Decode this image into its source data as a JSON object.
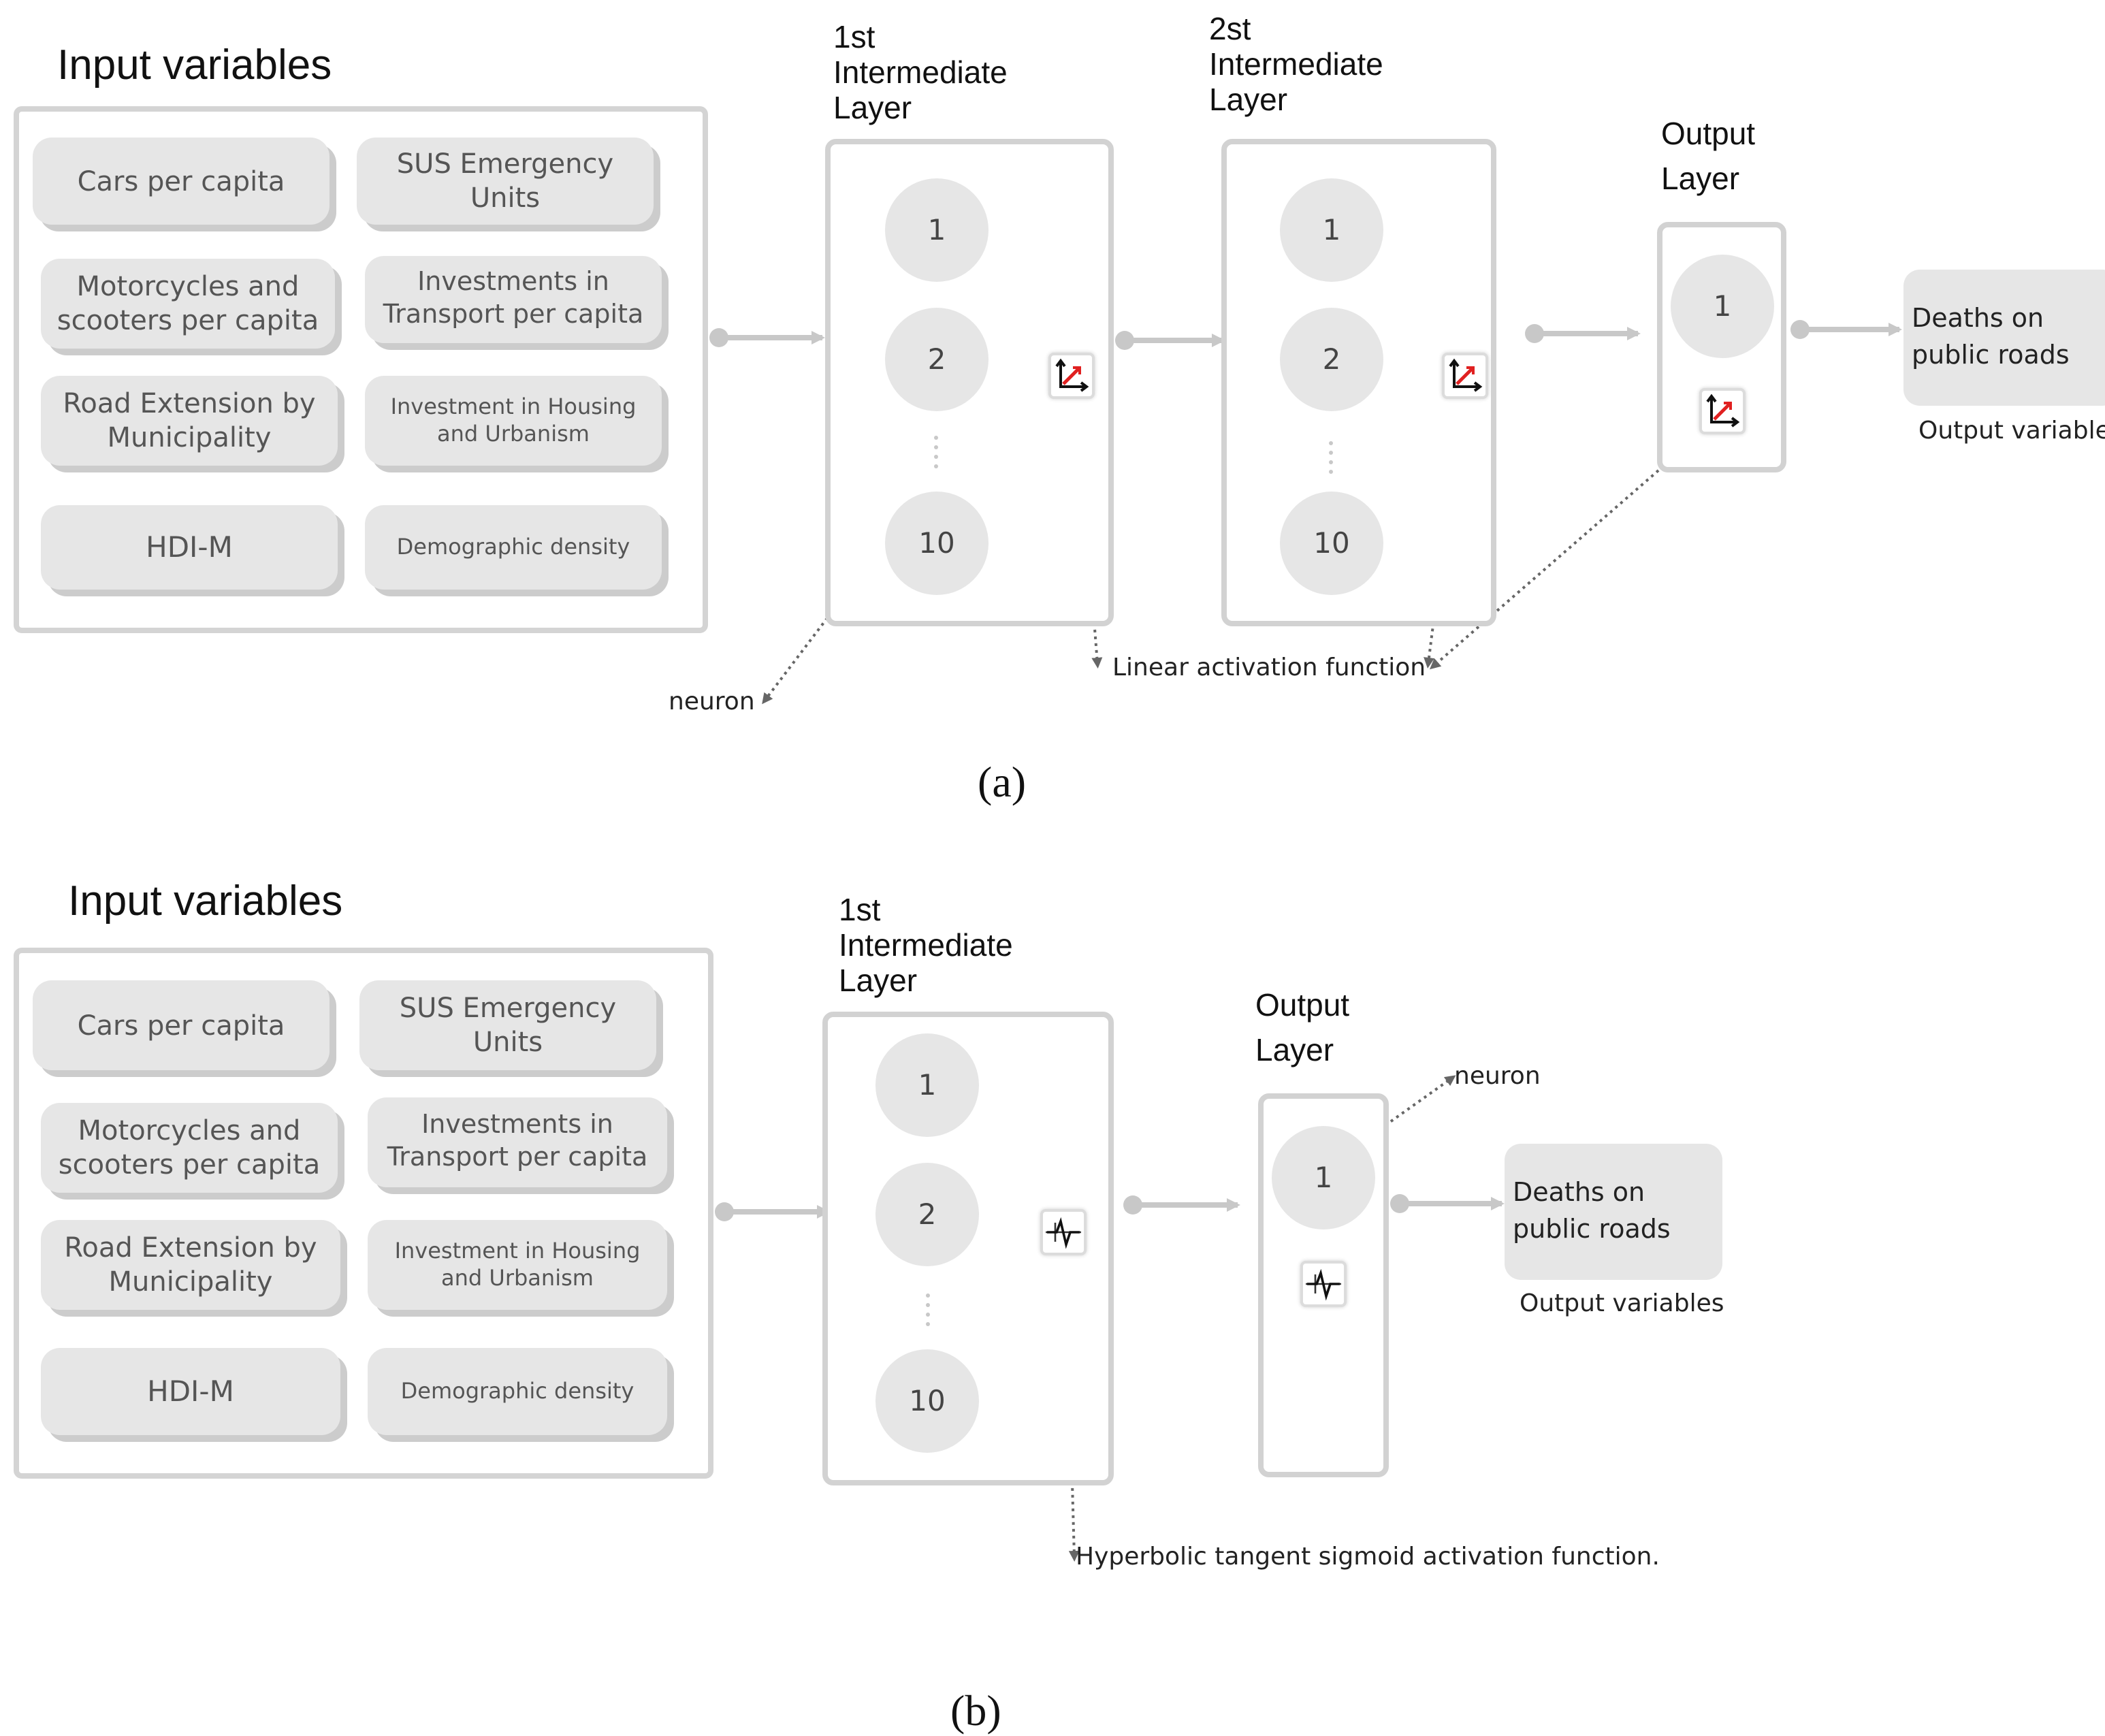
{
  "panel_a": {
    "caption": "(a)",
    "inputs_title": "Input variables",
    "inputs": [
      "Cars per capita",
      "SUS Emergency\nUnits",
      "Motorcycles and\nscooters per capita",
      "Investments in\nTransport per capita",
      "Road Extension by\nMunicipality",
      "Investment in Housing\nand Urbanism",
      "HDI-M",
      "Demographic density"
    ],
    "layer1_title": "1st\nIntermediate\nLayer",
    "layer2_title": "2st\nIntermediate\nLayer",
    "output_layer_title": "Output\nLayer",
    "neurons": [
      "1",
      "2",
      "10"
    ],
    "output_neuron": "1",
    "output_box": "Deaths on\npublic roads",
    "output_label": "Output variables",
    "neuron_label": "neuron",
    "activation_label": "Linear activation function",
    "activation_icon": "linear-activation-icon"
  },
  "panel_b": {
    "caption": "(b)",
    "inputs_title": "Input variables",
    "inputs": [
      "Cars per capita",
      "SUS Emergency\nUnits",
      "Motorcycles and\nscooters per capita",
      "Investments in\nTransport per capita",
      "Road Extension by\nMunicipality",
      "Investment in Housing\nand Urbanism",
      "HDI-M",
      "Demographic density"
    ],
    "layer1_title": "1st\nIntermediate\nLayer",
    "output_layer_title": "Output\nLayer",
    "neurons": [
      "1",
      "2",
      "10"
    ],
    "output_neuron": "1",
    "output_box": "Deaths on\npublic roads",
    "output_label": "Output variables",
    "neuron_label": "neuron",
    "activation_label": "Hyperbolic tangent sigmoid activation function.",
    "activation_icon": "tansig-activation-icon"
  },
  "colors": {
    "box_fill": "#e6e6e6",
    "frame": "#d2d2d2",
    "arrow": "#c8c8c8",
    "axis_red": "#e02020"
  }
}
